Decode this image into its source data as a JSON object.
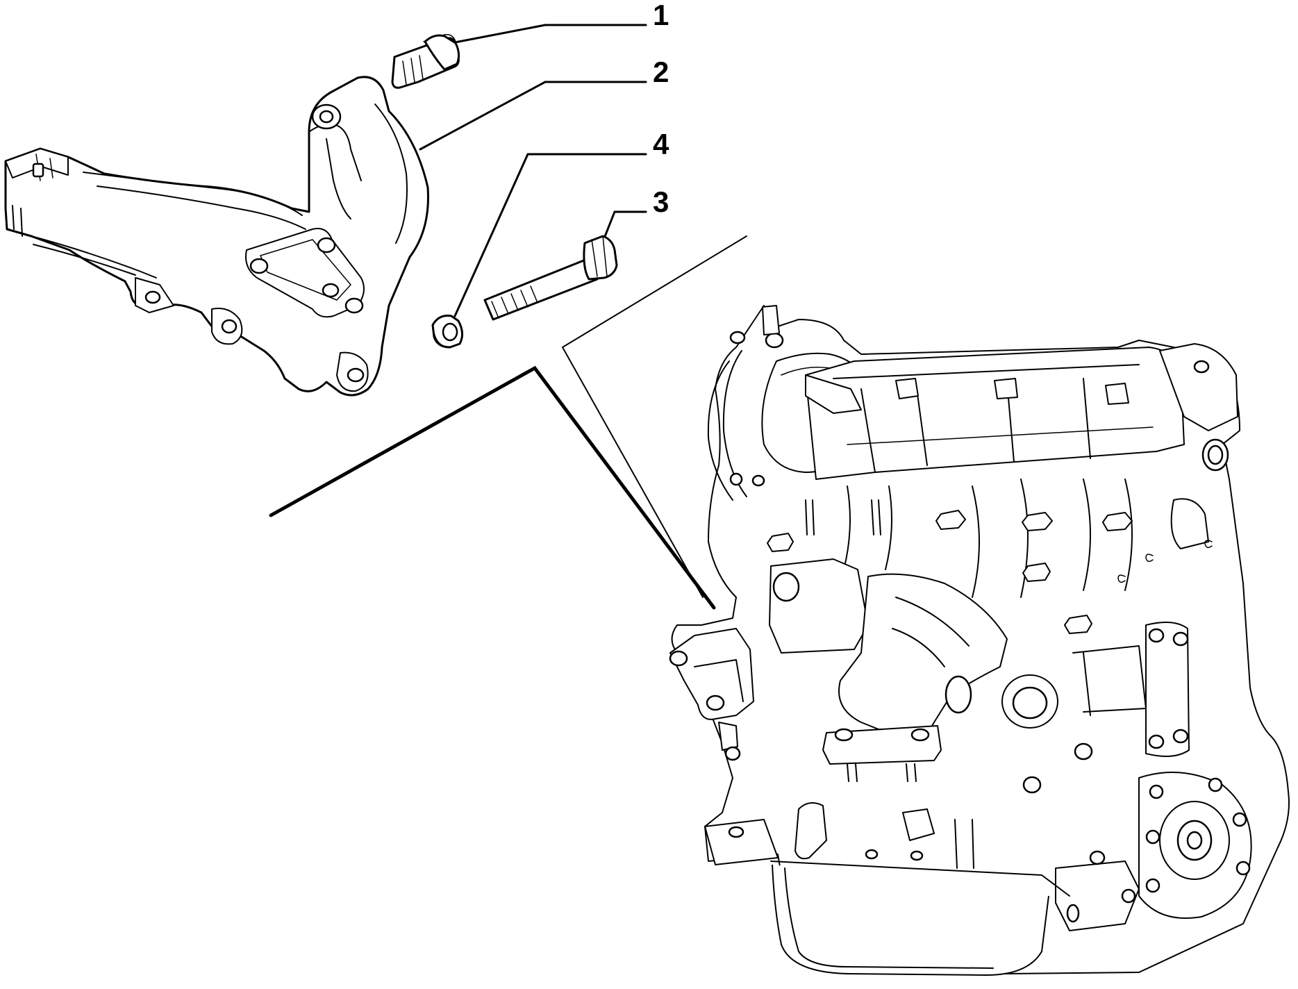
{
  "diagram": {
    "callouts": [
      {
        "id": "1",
        "label": "1"
      },
      {
        "id": "2",
        "label": "2"
      },
      {
        "id": "4",
        "label": "4"
      },
      {
        "id": "3",
        "label": "3"
      }
    ]
  }
}
